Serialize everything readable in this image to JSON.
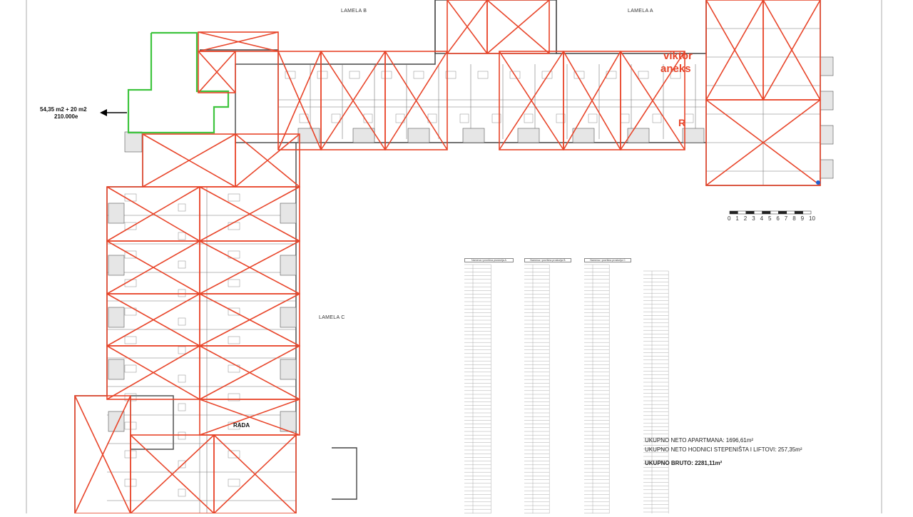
{
  "lamela_labels": [
    "LAMELA B",
    "LAMELA A",
    "LAMELA C"
  ],
  "annotation": {
    "line1": "54,35 m2  + 20 m2",
    "line2": "210.000e"
  },
  "handwritten": {
    "viktor": "viktor",
    "aneks": "aneks",
    "r": "R",
    "rada": "RADA"
  },
  "scale_bar": {
    "labels": [
      "0",
      "1",
      "2",
      "3",
      "4",
      "5",
      "6",
      "7",
      "8",
      "9",
      "10"
    ]
  },
  "tables": {
    "headers": [
      "Namena i površina prostorija A",
      "Namena i površina prostorija B",
      "Namena i površina prostorija C"
    ],
    "col_headers": [
      "Br.",
      "Namena",
      "Površina"
    ]
  },
  "totals": {
    "neto_apartmana": "UKUPNO NETO APARTMANA: 1696,61m²",
    "neto_hodnici": "UKUPNO NETO HODNICI STEPENIŠTA I LIFTOVI: 257,35m²",
    "bruto": "UKUPNO BRUTO: 2281,11m²"
  },
  "colors": {
    "cross_red": "#e8452a",
    "highlight_green": "#3ec43e",
    "line_dark": "#444444",
    "scale_dot": "#2060d0"
  }
}
